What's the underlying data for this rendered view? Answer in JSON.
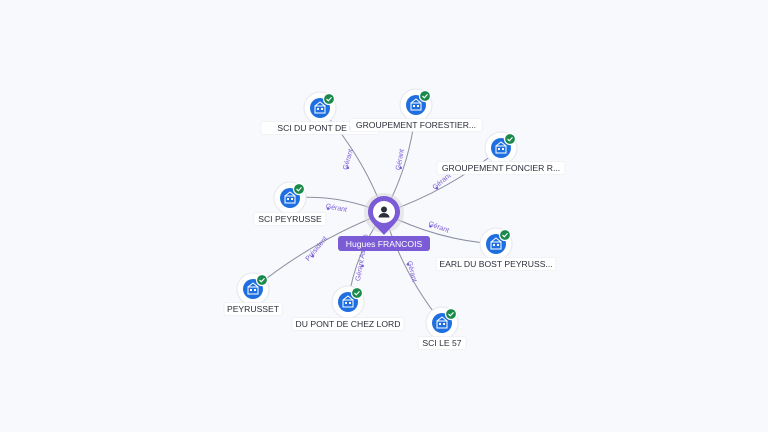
{
  "center": {
    "name": "Hugues FRANCOIS",
    "icon": "person-icon",
    "color": "#7b5cd6"
  },
  "nodes": [
    {
      "id": "sci-du-pont",
      "label": "SCI DU PONT DE C...",
      "role": "Gérant",
      "icon": "company-icon",
      "status": "verified"
    },
    {
      "id": "groupement-forestier",
      "label": "GROUPEMENT FORESTIER...",
      "role": "Gérant",
      "icon": "company-icon",
      "status": "verified"
    },
    {
      "id": "groupement-foncier",
      "label": "GROUPEMENT FONCIER R...",
      "role": "Gérant",
      "icon": "company-icon",
      "status": "verified"
    },
    {
      "id": "sci-peyrusse",
      "label": "SCI PEYRUSSE",
      "role": "Gérant",
      "icon": "company-icon",
      "status": "verified"
    },
    {
      "id": "earl-du-bost",
      "label": "EARL DU BOST PEYRUSS...",
      "role": "Gérant",
      "icon": "company-icon",
      "status": "verified"
    },
    {
      "id": "peyrusset",
      "label": "PEYRUSSET",
      "role": "Président",
      "icon": "company-icon",
      "status": "verified"
    },
    {
      "id": "du-pont-de-chez-lord",
      "label": "DU PONT DE CHEZ LORD",
      "role": "Gérant Associé",
      "icon": "company-icon",
      "status": "verified"
    },
    {
      "id": "sci-le-57",
      "label": "SCI LE 57",
      "role": "Gérant",
      "icon": "company-icon",
      "status": "verified"
    }
  ],
  "colors": {
    "node": "#1f6fe0",
    "check": "#1a8a4a",
    "edge_label": "#7b5cd6",
    "edge": "#8b8fa3"
  }
}
